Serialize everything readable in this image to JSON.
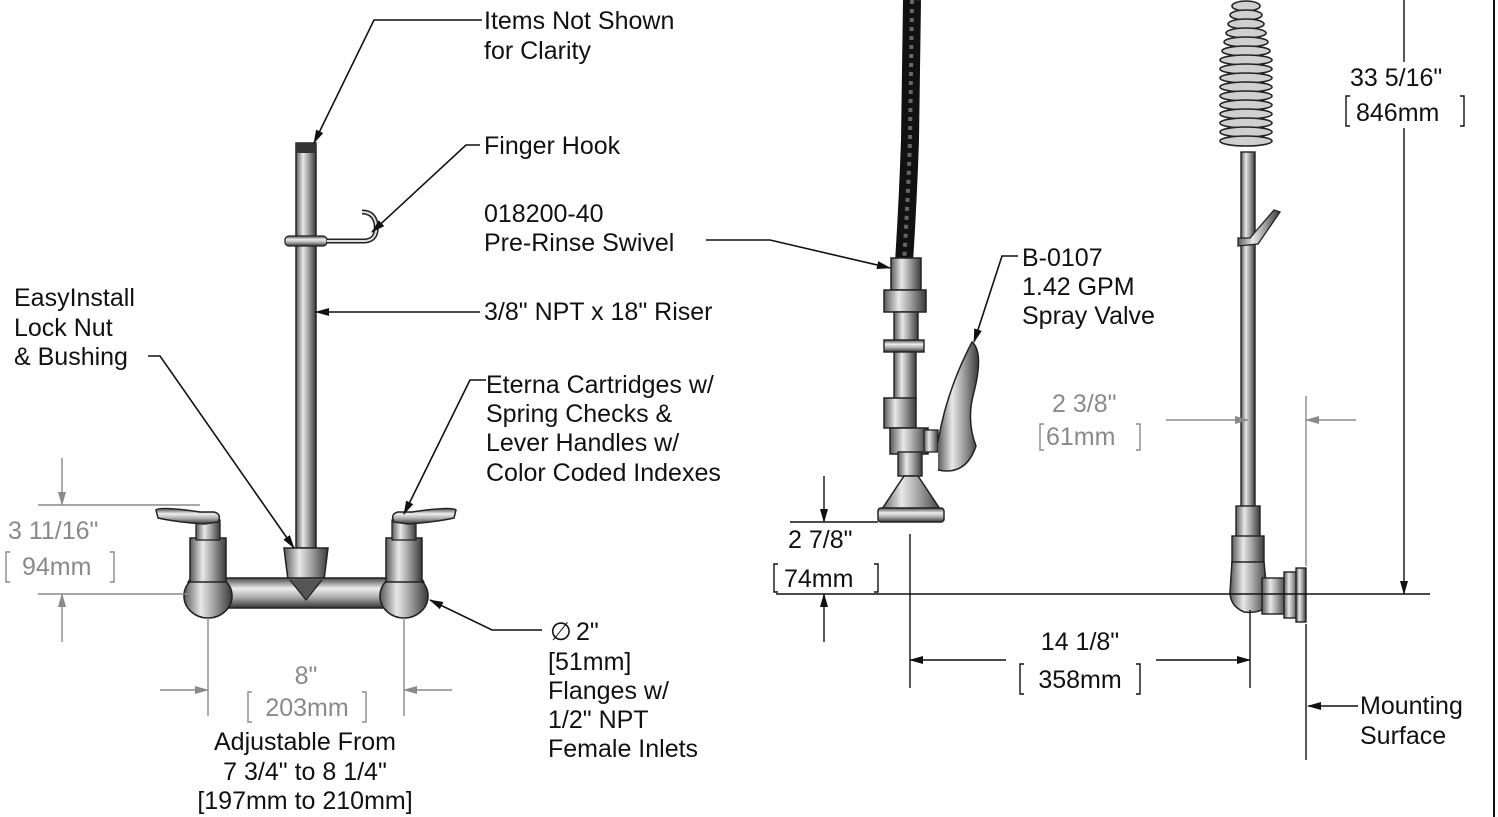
{
  "callouts": {
    "items_not_shown": [
      "Items Not Shown",
      "for Clarity"
    ],
    "finger_hook": "Finger Hook",
    "riser": "3/8\" NPT x 18\" Riser",
    "lock_nut": [
      "EasyInstall",
      "Lock Nut",
      "& Bushing"
    ],
    "cartridges": [
      "Eterna Cartridges w/",
      "Spring Checks &",
      "Lever Handles w/",
      "Color Coded Indexes"
    ],
    "swivel": [
      "018200-40",
      "Pre-Rinse Swivel"
    ],
    "spray_valve": [
      "B-0107",
      "1.42 GPM",
      "Spray Valve"
    ],
    "flanges": [
      "2\"",
      "[51mm]",
      "Flanges w/",
      "1/2\" NPT",
      "Female Inlets"
    ],
    "diameter_symbol": "∅",
    "adjustable": [
      "Adjustable From",
      "7 3/4\" to 8 1/4\"",
      "[197mm to 210mm]"
    ],
    "mounting": [
      "Mounting",
      "Surface"
    ]
  },
  "dimensions": {
    "inlet_height": {
      "imperial": "3 11/16\"",
      "metric": "94mm"
    },
    "centers": {
      "imperial": "8\"",
      "metric": "203mm"
    },
    "total_height": {
      "imperial": "33 5/16\"",
      "metric": "846mm"
    },
    "wall_clearance": {
      "imperial": "2 3/8\"",
      "metric": "61mm"
    },
    "spray_height": {
      "imperial": "2 7/8\"",
      "metric": "74mm"
    },
    "reach": {
      "imperial": "14 1/8\"",
      "metric": "358mm"
    }
  }
}
